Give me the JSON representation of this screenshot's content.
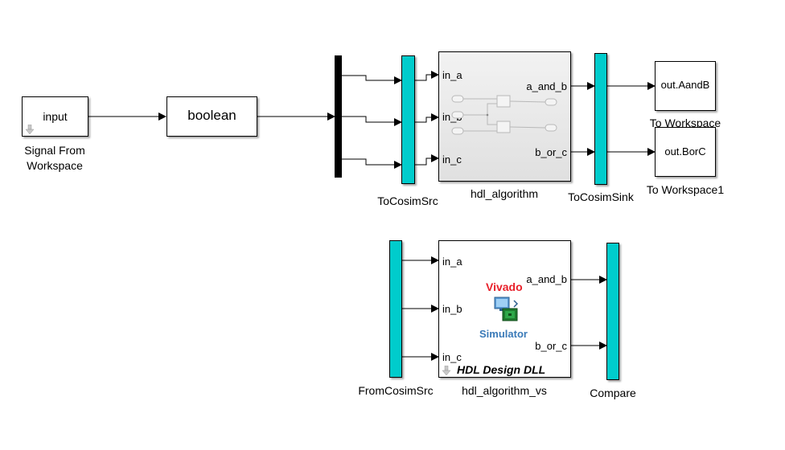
{
  "blocks": {
    "signal_from_workspace": {
      "content": "input",
      "name": "Signal From\nWorkspace"
    },
    "boolean": {
      "content": "boolean"
    },
    "to_cosim_src": {
      "name": "ToCosimSrc"
    },
    "hdl_algorithm": {
      "name": "hdl_algorithm",
      "ports_in": [
        "in_a",
        "in_b",
        "in_c"
      ],
      "ports_out": [
        "a_and_b",
        "b_or_c"
      ]
    },
    "to_cosim_sink": {
      "name": "ToCosimSink"
    },
    "to_workspace": {
      "content": "out.AandB",
      "name": "To Workspace"
    },
    "to_workspace1": {
      "content": "out.BorC",
      "name": "To Workspace1"
    },
    "from_cosim_src": {
      "name": "FromCosimSrc"
    },
    "hdl_algorithm_vs": {
      "name": "hdl_algorithm_vs",
      "ports_in": [
        "in_a",
        "in_b",
        "in_c"
      ],
      "ports_out": [
        "a_and_b",
        "b_or_c"
      ],
      "logo_top": "Vivado",
      "logo_bottom": "Simulator",
      "caption": "HDL Design DLL"
    },
    "compare": {
      "name": "Compare"
    }
  },
  "colors": {
    "teal": "#00cccc",
    "vivado_red": "#e8202a",
    "simulator_blue": "#3a7ab8"
  },
  "icons": [
    "down-arrow-icon",
    "logic-gates-icon",
    "simulator-chip-icon"
  ]
}
